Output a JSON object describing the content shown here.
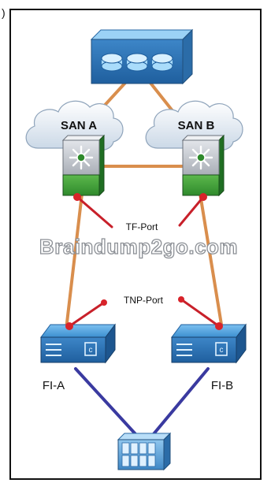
{
  "diagram": {
    "title": "",
    "corner_left": ")",
    "corner_right": "",
    "nodes": {
      "storage_array": {
        "label": ""
      },
      "san_a": {
        "label": "SAN A"
      },
      "san_b": {
        "label": "SAN B"
      },
      "fi_a": {
        "label": "FI-A"
      },
      "fi_b": {
        "label": "FI-B"
      },
      "server_chassis": {
        "label": ""
      }
    },
    "annotations": {
      "tf_port": "TF-Port",
      "tnp_port": "TNP-Port"
    },
    "watermark": "Braindump2go.com",
    "colors": {
      "frame": "#111111",
      "fc_link": "#d98e4d",
      "ethernet_link": "#3a3aa0",
      "port_dot": "#d8232a",
      "port_pointer": "#c8202a",
      "device_blue": "#2f7fc4",
      "switch_green": "#3f9a3a",
      "cloud": "#e6eef6"
    },
    "icons": [
      "storage-array-icon",
      "cloud-icon",
      "mds-switch-icon",
      "fabric-interconnect-icon",
      "blade-chassis-icon"
    ]
  }
}
